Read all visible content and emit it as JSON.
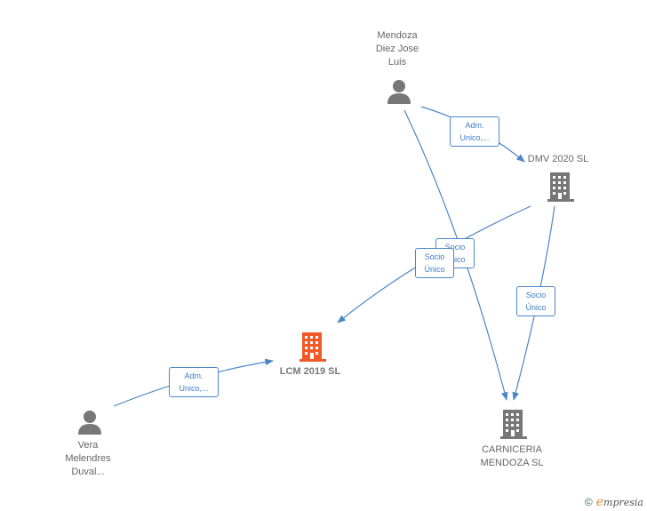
{
  "nodes": {
    "mendoza_person": {
      "lines": [
        "Mendoza",
        "Diez Jose",
        "Luis"
      ]
    },
    "vera_person": {
      "lines": [
        "Vera",
        "Melendres",
        "Duval..."
      ]
    },
    "dmv": {
      "label": "DMV 2020  SL"
    },
    "lcm": {
      "label": "LCM 2019   SL"
    },
    "carniceria": {
      "lines": [
        "CARNICERIA",
        "MENDOZA  SL"
      ]
    }
  },
  "edges": {
    "mendoza_to_dmv": {
      "lines": [
        "Adm.",
        "Unico,..."
      ]
    },
    "mendoza_to_carniceria": {
      "lines": [
        "Socio",
        "Único"
      ]
    },
    "dmv_to_lcm": {
      "lines": [
        "Socio",
        "Único"
      ]
    },
    "dmv_to_carniceria": {
      "lines": [
        "Socio",
        "Único"
      ]
    },
    "vera_to_lcm": {
      "lines": [
        "Adm.",
        "Unico,..."
      ]
    }
  },
  "colors": {
    "edge": "#4a86c8",
    "person_icon": "#777777",
    "company_icon": "#777777",
    "focus_company_icon": "#f05a28"
  },
  "footer": {
    "copyright_symbol": "©",
    "brand_initial": "e",
    "brand_rest": "mpresia"
  }
}
